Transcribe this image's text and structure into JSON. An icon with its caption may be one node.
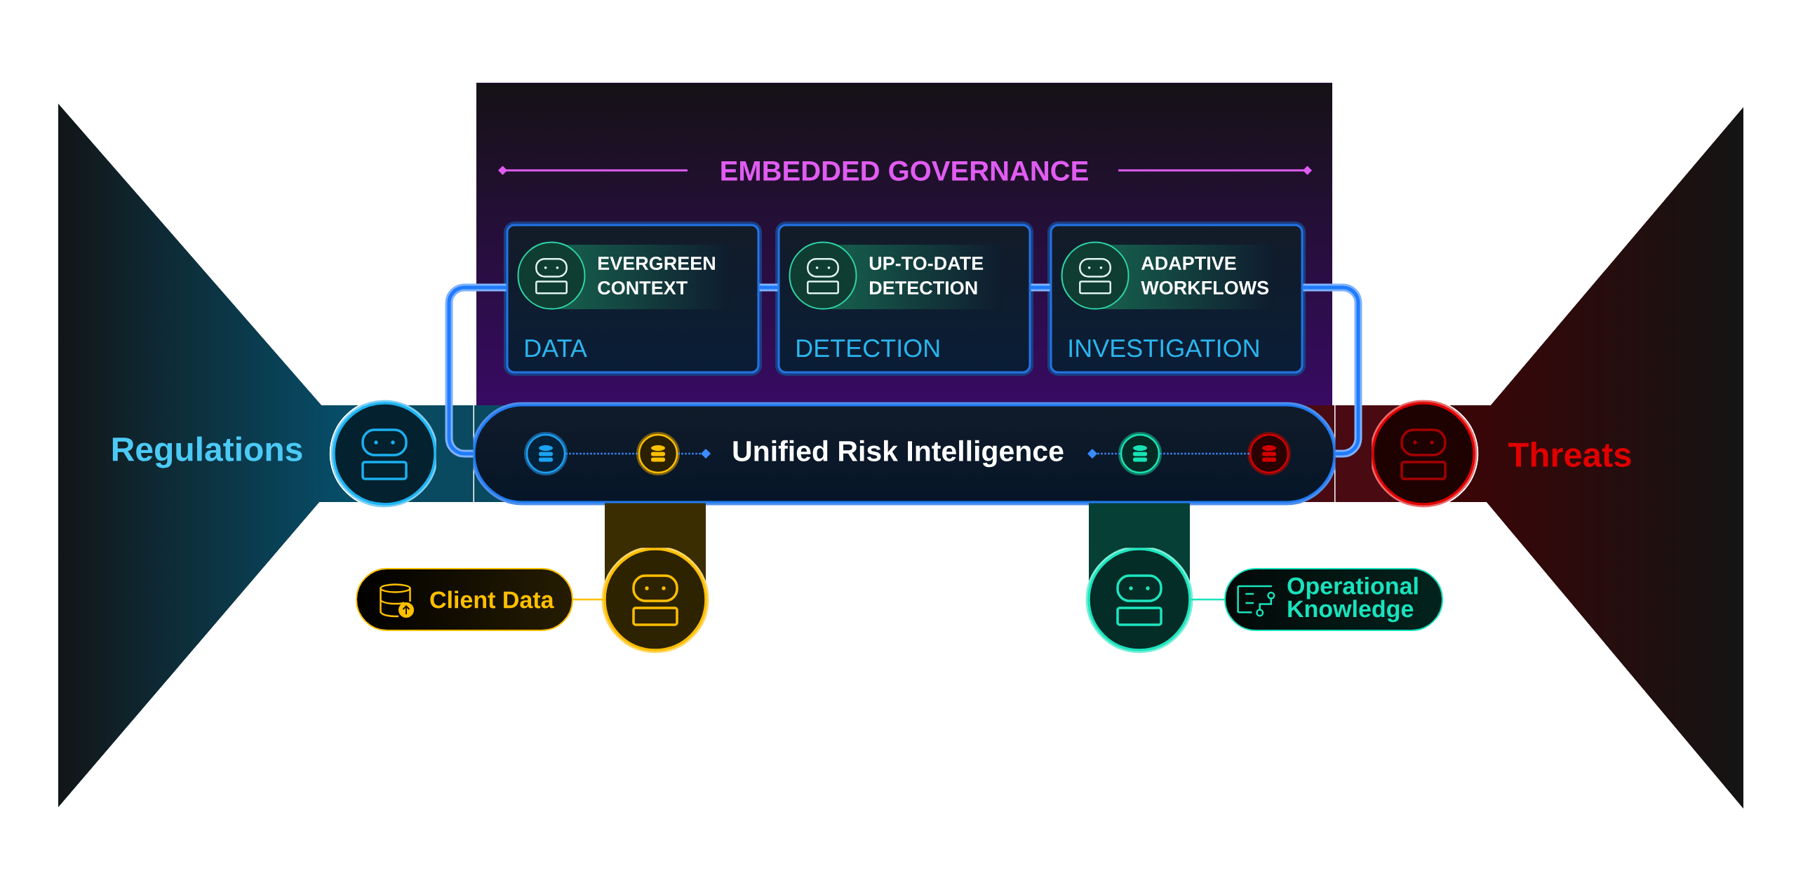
{
  "diagram": {
    "nodes": [
      {
        "text": [
          "EMBEDDED GOVERNANCE"
        ]
      },
      {
        "text": [
          "EVERGREEN CONTEXT",
          "DATA"
        ],
        "in": 0
      },
      {
        "text": [
          "UP-TO-DATE DETECTION",
          "DETECTION"
        ],
        "in": 0
      },
      {
        "text": [
          "ADAPTIVE WORKFLOWS",
          "INVESTIGATION"
        ],
        "in": 0
      },
      {
        "text": [
          "Regulations"
        ]
      },
      {
        "text": [],
        "shape": "circle"
      },
      {
        "text": [
          "Unified Risk Intelligence"
        ]
      },
      {
        "text": [],
        "shape": "circle",
        "in": 6
      },
      {
        "text": [],
        "shape": "circle",
        "in": 6
      },
      {
        "text": [],
        "shape": "circle",
        "in": 6
      },
      {
        "text": [],
        "shape": "circle",
        "in": 6
      },
      {
        "text": [],
        "shape": "circle"
      },
      {
        "text": [
          "Threats"
        ]
      },
      {
        "text": [
          "Client Data"
        ]
      },
      {
        "text": [],
        "shape": "circle"
      },
      {
        "text": [],
        "shape": "circle"
      },
      {
        "text": [
          "Operational Knowledge"
        ]
      }
    ],
    "edges": [
      {
        "from": 5,
        "to": 6,
        "arrow": "none",
        "style": "thick",
        "color": "#0a4a60"
      },
      {
        "from": 11,
        "to": 6,
        "arrow": "none",
        "style": "thick",
        "color": "#4a0a12"
      },
      {
        "from": 14,
        "to": 6,
        "arrow": "none",
        "style": "thick",
        "color": "#3a2d02"
      },
      {
        "from": 15,
        "to": 6,
        "arrow": "none",
        "style": "thick",
        "color": "#063f35"
      },
      {
        "from": 6,
        "to": 1,
        "arrow": "none"
      },
      {
        "from": 1,
        "to": 2,
        "arrow": "none"
      },
      {
        "from": 2,
        "to": 3,
        "arrow": "none"
      },
      {
        "from": 3,
        "to": 6,
        "arrow": "none"
      },
      {
        "from": 13,
        "to": 14,
        "arrow": "none",
        "color": "#ffc000"
      },
      {
        "from": 16,
        "to": 15,
        "arrow": "none",
        "color": "#19e3bd"
      },
      {
        "from": 7,
        "to": 8,
        "arrow": "none",
        "style": "dashed",
        "color": "#3a8cff"
      },
      {
        "from": 8,
        "to": null,
        "arrow": "other",
        "style": "dashed",
        "color": "#3a8cff"
      },
      {
        "from": 10,
        "to": 9,
        "arrow": "none",
        "style": "dashed",
        "color": "#3a8cff"
      },
      {
        "from": 9,
        "to": null,
        "arrow": "other",
        "style": "dashed",
        "color": "#3a8cff"
      }
    ]
  }
}
